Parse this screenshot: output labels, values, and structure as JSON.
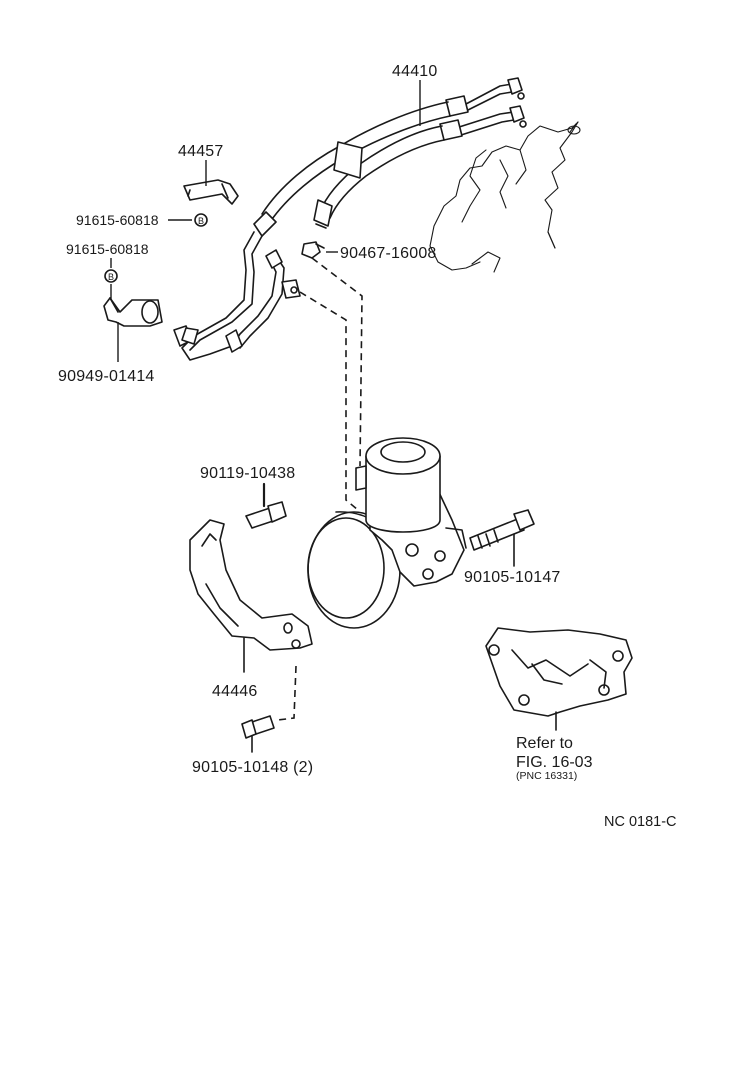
{
  "labels": {
    "hose_assembly": "44410",
    "hose_clamp": "44457",
    "bolt_upper": "91615-60818",
    "bolt_lower": "91615-60818",
    "clamp_bracket": "90949-01414",
    "clip": "90467-16008",
    "bolt_bracket": "90119-10438",
    "bolt_pump": "90105-10147",
    "pump_bracket": "44446",
    "bolt_bracket_lower": "90105-10148 (2)",
    "bolt_mark_upper": "B",
    "bolt_mark_lower": "B"
  },
  "reference": {
    "line1": "Refer to",
    "line2": "FIG. 16-03",
    "line3": "(PNC 16331)"
  },
  "diagram_code": "NC  0181-C"
}
